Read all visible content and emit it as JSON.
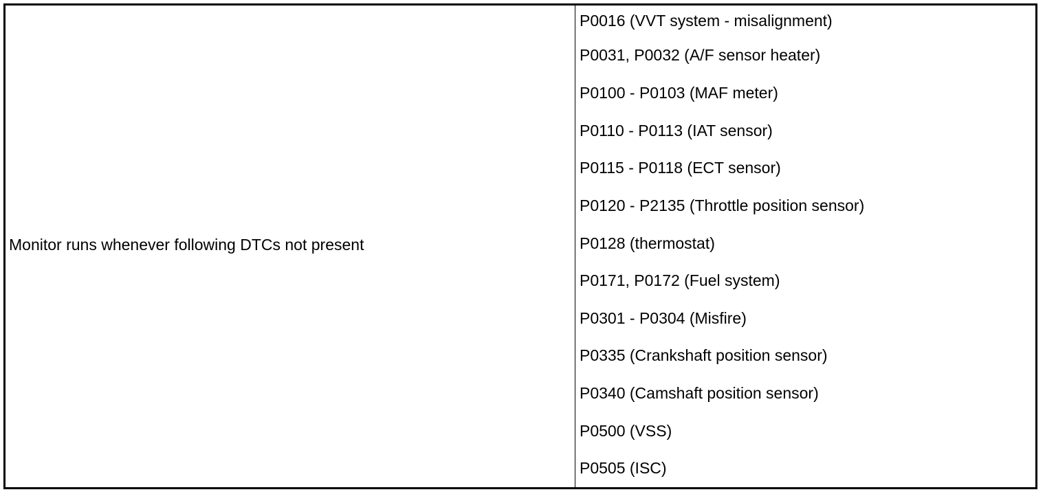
{
  "table": {
    "condition_label": "Monitor runs whenever following DTCs not present",
    "dtc_list": [
      "P0016 (VVT system - misalignment)",
      "P0031, P0032 (A/F sensor heater)",
      "P0100 - P0103 (MAF meter)",
      "P0110 - P0113 (IAT sensor)",
      "P0115 - P0118 (ECT sensor)",
      "P0120 - P2135 (Throttle position sensor)",
      "P0128 (thermostat)",
      "P0171, P0172 (Fuel system)",
      "P0301 - P0304 (Misfire)",
      "P0335 (Crankshaft position sensor)",
      "P0340 (Camshaft position sensor)",
      "P0500 (VSS)",
      "P0505 (ISC)"
    ]
  }
}
